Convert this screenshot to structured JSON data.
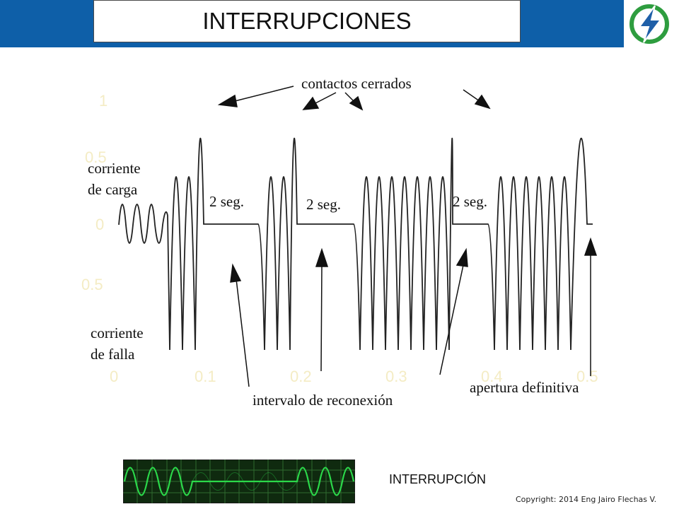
{
  "header": {
    "title": "INTERRUPCIONES"
  },
  "logo": {
    "icon": "lightning-bolt-icon",
    "ring_color": "#2e9d3f",
    "bolt_color": "#1f5fa8"
  },
  "diagram": {
    "labels": {
      "closed_contacts": "contactos cerrados",
      "load_current_1": "corriente",
      "load_current_2": "de carga",
      "fault_current_1": "corriente",
      "fault_current_2": "de falla",
      "interval_1": "2 seg.",
      "interval_2": "2 seg.",
      "interval_3": "2 seg.",
      "reconnect_interval": "intervalo de reconexión",
      "final_opening": "apertura definitiva"
    },
    "faint_ticks": {
      "y_top": "1",
      "y_upper": "0.5",
      "y_mid": "0",
      "y_lower": "0.5",
      "x_0": "0",
      "x_1": "0.1",
      "x_2": "0.2",
      "x_3": "0.3",
      "x_4": "0.4",
      "x_5": "0.5"
    }
  },
  "scope": {
    "background": "#0f2a0f",
    "grid_color": "#2f6b2f",
    "trace_color": "#2bd94a"
  },
  "caption": "INTERRUPCIÓN",
  "copyright": "Copyright: 2014 Eng Jairo Flechas V."
}
